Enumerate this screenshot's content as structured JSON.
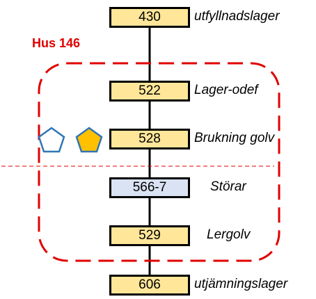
{
  "group": {
    "label": "Hus 146",
    "color": "#e00000"
  },
  "layers": [
    {
      "code": "430",
      "name": "utfyllnadslager",
      "fill": "#ffe699"
    },
    {
      "code": "522",
      "name": "Lager-odef",
      "fill": "#ffe699"
    },
    {
      "code": "528",
      "name": "Brukning golv",
      "fill": "#ffe699"
    },
    {
      "code": "566-7",
      "name": "Störar",
      "fill": "#dae3f3"
    },
    {
      "code": "529",
      "name": "Lergolv",
      "fill": "#ffe699"
    },
    {
      "code": "606",
      "name": "utjämningslager",
      "fill": "#ffe699"
    }
  ],
  "markers": [
    {
      "shape": "pentagon-outline-icon",
      "fill": "#ffffff",
      "stroke": "#2e75b6"
    },
    {
      "shape": "pentagon-filled-icon",
      "fill": "#ffc000",
      "stroke": "#2e75b6"
    }
  ]
}
